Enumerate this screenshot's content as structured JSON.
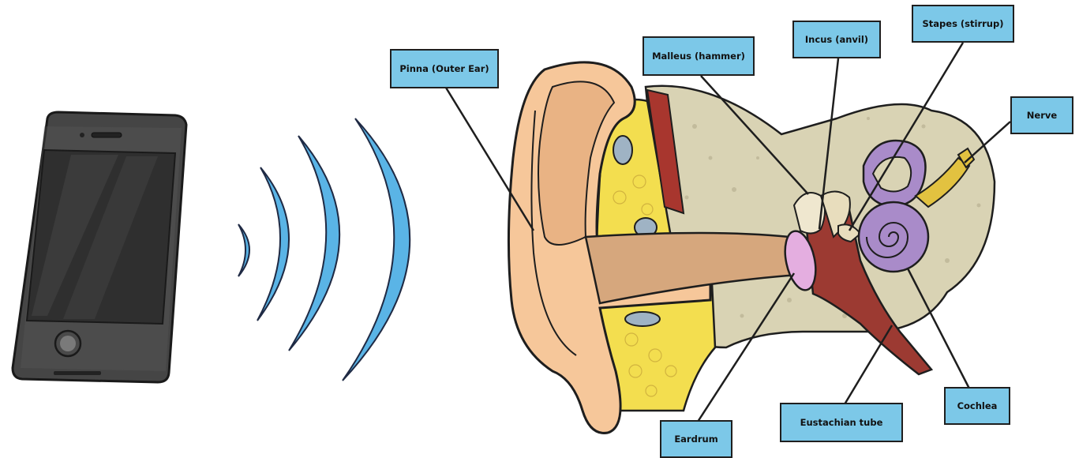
{
  "labels": {
    "pinna": "Pinna (Outer Ear)",
    "malleus": "Malleus (hammer)",
    "incus": "Incus (anvil)",
    "stapes": "Stapes (stirrup)",
    "nerve": "Nerve",
    "cochlea": "Cochlea",
    "eustachian": "Eustachian tube",
    "eardrum": "Eardrum"
  },
  "colors": {
    "label_bg": "#7cc8e8",
    "sound_wave": "#5ab4e6",
    "skin": "#f6c79a",
    "canal": "#d6a77d",
    "bone": "#d9d3b4",
    "fat": "#f3de4f",
    "inner_ear": "#a98bc9",
    "tube": "#9c3a32",
    "eardrum": "#e4aee0",
    "phone": "#3a3a3a"
  },
  "icons": {
    "phone": "smartphone-icon",
    "waves": "sound-waves-icon"
  }
}
